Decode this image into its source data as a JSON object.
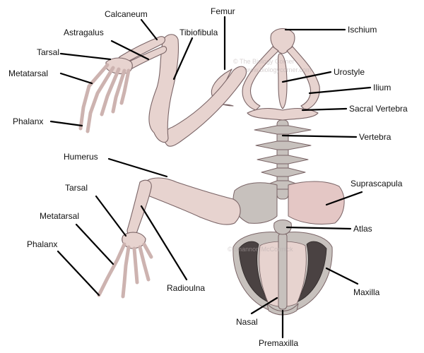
{
  "colors": {
    "bone": "#e7d3cf",
    "bone_shade": "#cdb3b0",
    "bone_outline": "#7a6466",
    "dark_shade": "#4a4242",
    "gray_bone": "#c7c1bd",
    "suprascapula": "#e4c7c5",
    "leader": "#000000"
  },
  "labels": {
    "calcaneum": "Calcaneum",
    "femur": "Femur",
    "ischium": "Ischium",
    "astragalus": "Astragalus",
    "tibiofibula": "Tibiofibula",
    "tarsal_hind": "Tarsal",
    "urostyle": "Urostyle",
    "metatarsal_hind": "Metatarsal",
    "ilium": "Ilium",
    "sacral_vertebra": "Sacral Vertebra",
    "phalanx_hind": "Phalanx",
    "vertebra": "Vertebra",
    "humerus": "Humerus",
    "tarsal_fore": "Tarsal",
    "suprascapula": "Suprascapula",
    "metatarsal_fore": "Metatarsal",
    "atlas": "Atlas",
    "phalanx_fore": "Phalanx",
    "radioulna": "Radioulna",
    "maxilla": "Maxilla",
    "nasal": "Nasal",
    "premaxilla": "Premaxilla"
  }
}
